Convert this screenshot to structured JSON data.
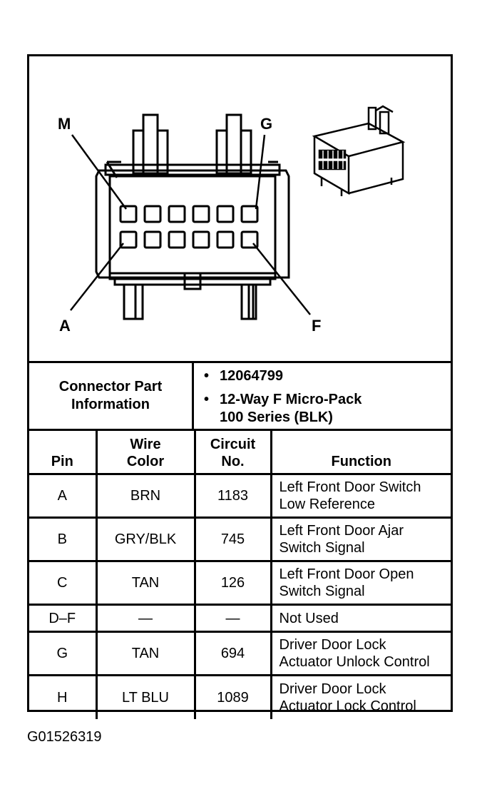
{
  "diagram": {
    "pin_labels": {
      "top_left": "M",
      "top_right": "G",
      "bottom_left": "A",
      "bottom_right": "F"
    }
  },
  "connector_info": {
    "label_line1": "Connector Part",
    "label_line2": "Information",
    "items": [
      {
        "bullet": "•",
        "text": "12064799"
      },
      {
        "bullet": "•",
        "text_line1": "12-Way F Micro-Pack",
        "text_line2": "100 Series (BLK)"
      }
    ]
  },
  "table": {
    "headers": {
      "pin": "Pin",
      "wire_color_line1": "Wire",
      "wire_color_line2": "Color",
      "circuit_line1": "Circuit",
      "circuit_line2": "No.",
      "function": "Function"
    },
    "rows": [
      {
        "pin": "A",
        "wire": "BRN",
        "circuit": "1183",
        "function_line1": "Left Front Door Switch",
        "function_line2": "Low Reference"
      },
      {
        "pin": "B",
        "wire": "GRY/BLK",
        "circuit": "745",
        "function_line1": "Left Front Door Ajar",
        "function_line2": "Switch Signal"
      },
      {
        "pin": "C",
        "wire": "TAN",
        "circuit": "126",
        "function_line1": "Left Front Door Open",
        "function_line2": "Switch Signal"
      },
      {
        "pin": "D–F",
        "wire": "—",
        "circuit": "—",
        "function_line1": "Not Used",
        "function_line2": ""
      },
      {
        "pin": "G",
        "wire": "TAN",
        "circuit": "694",
        "function_line1": "Driver Door Lock",
        "function_line2": "Actuator Unlock Control"
      },
      {
        "pin": "H",
        "wire": "LT BLU",
        "circuit": "1089",
        "function_line1": "Driver Door Lock",
        "function_line2": "Actuator Lock Control"
      }
    ]
  },
  "figure_id": "G01526319"
}
